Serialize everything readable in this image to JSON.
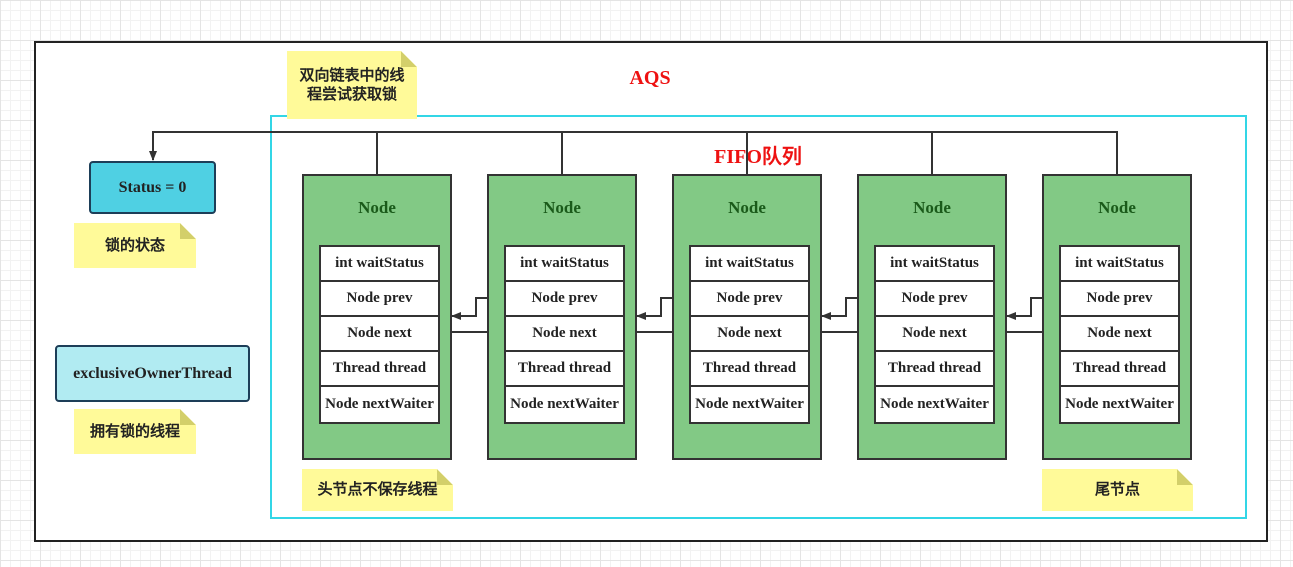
{
  "aqs_title": "AQS",
  "fifo_title": "FIFO队列",
  "status_box": "Status = 0",
  "status_note": "锁的状态",
  "owner_box": "exclusiveOwnerThread",
  "owner_note": "拥有锁的线程",
  "acquire_note_line1": "双向链表中的线",
  "acquire_note_line2": "程尝试获取锁",
  "head_note": "头节点不保存线程",
  "tail_note": "尾节点",
  "node_title": "Node",
  "nodes": [
    {
      "title": "Node",
      "fields": [
        "int waitStatus",
        "Node prev",
        "Node next",
        "Thread thread",
        "Node nextWaiter"
      ]
    },
    {
      "title": "Node",
      "fields": [
        "int waitStatus",
        "Node prev",
        "Node next",
        "Thread thread",
        "Node nextWaiter"
      ]
    },
    {
      "title": "Node",
      "fields": [
        "int waitStatus",
        "Node prev",
        "Node next",
        "Thread thread",
        "Node nextWaiter"
      ]
    },
    {
      "title": "Node",
      "fields": [
        "int waitStatus",
        "Node prev",
        "Node next",
        "Thread thread",
        "Node nextWaiter"
      ]
    },
    {
      "title": "Node",
      "fields": [
        "int waitStatus",
        "Node prev",
        "Node next",
        "Thread thread",
        "Node nextWaiter"
      ]
    }
  ],
  "colors": {
    "title_red": "#ee1111",
    "node_green": "#82c985",
    "status_cyan": "#4fd0e3",
    "owner_cyan": "#b1ebf2",
    "fifo_border": "#33d6e6",
    "note_yellow": "#fffa99"
  }
}
